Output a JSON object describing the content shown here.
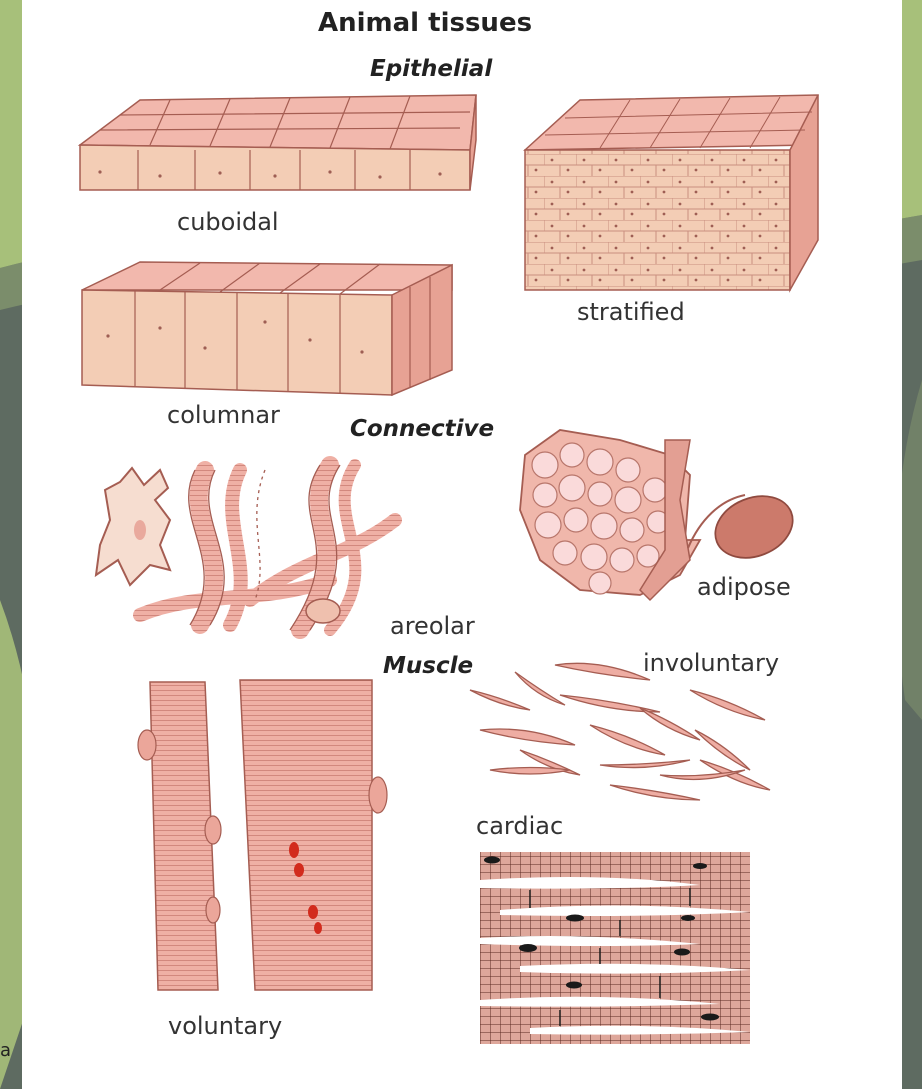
{
  "title": "Animal tissues",
  "sections": {
    "epithelial": {
      "heading": "Epithelial",
      "labels": {
        "cuboidal": "cuboidal",
        "columnar": "columnar",
        "stratified": "stratified"
      }
    },
    "connective": {
      "heading": "Connective",
      "labels": {
        "areolar": "areolar",
        "adipose": "adipose"
      }
    },
    "muscle": {
      "heading": "Muscle",
      "labels": {
        "involuntary": "involuntary",
        "cardiac": "cardiac",
        "voluntary": "voluntary"
      }
    }
  },
  "edge_fragment": "a",
  "colors": {
    "tissue_fill": "#f3cdb5",
    "tissue_top": "#f2b8ad",
    "tissue_side": "#e7a294",
    "outline": "#a55d52",
    "muscle_fill": "#eeada3",
    "nucleus_red": "#d22b1d",
    "fat_vacuole": "#fadada",
    "dark_nucleus": "#1a1a1a",
    "background_green": "#a7c07a",
    "background_slate": "#5e6b61"
  }
}
